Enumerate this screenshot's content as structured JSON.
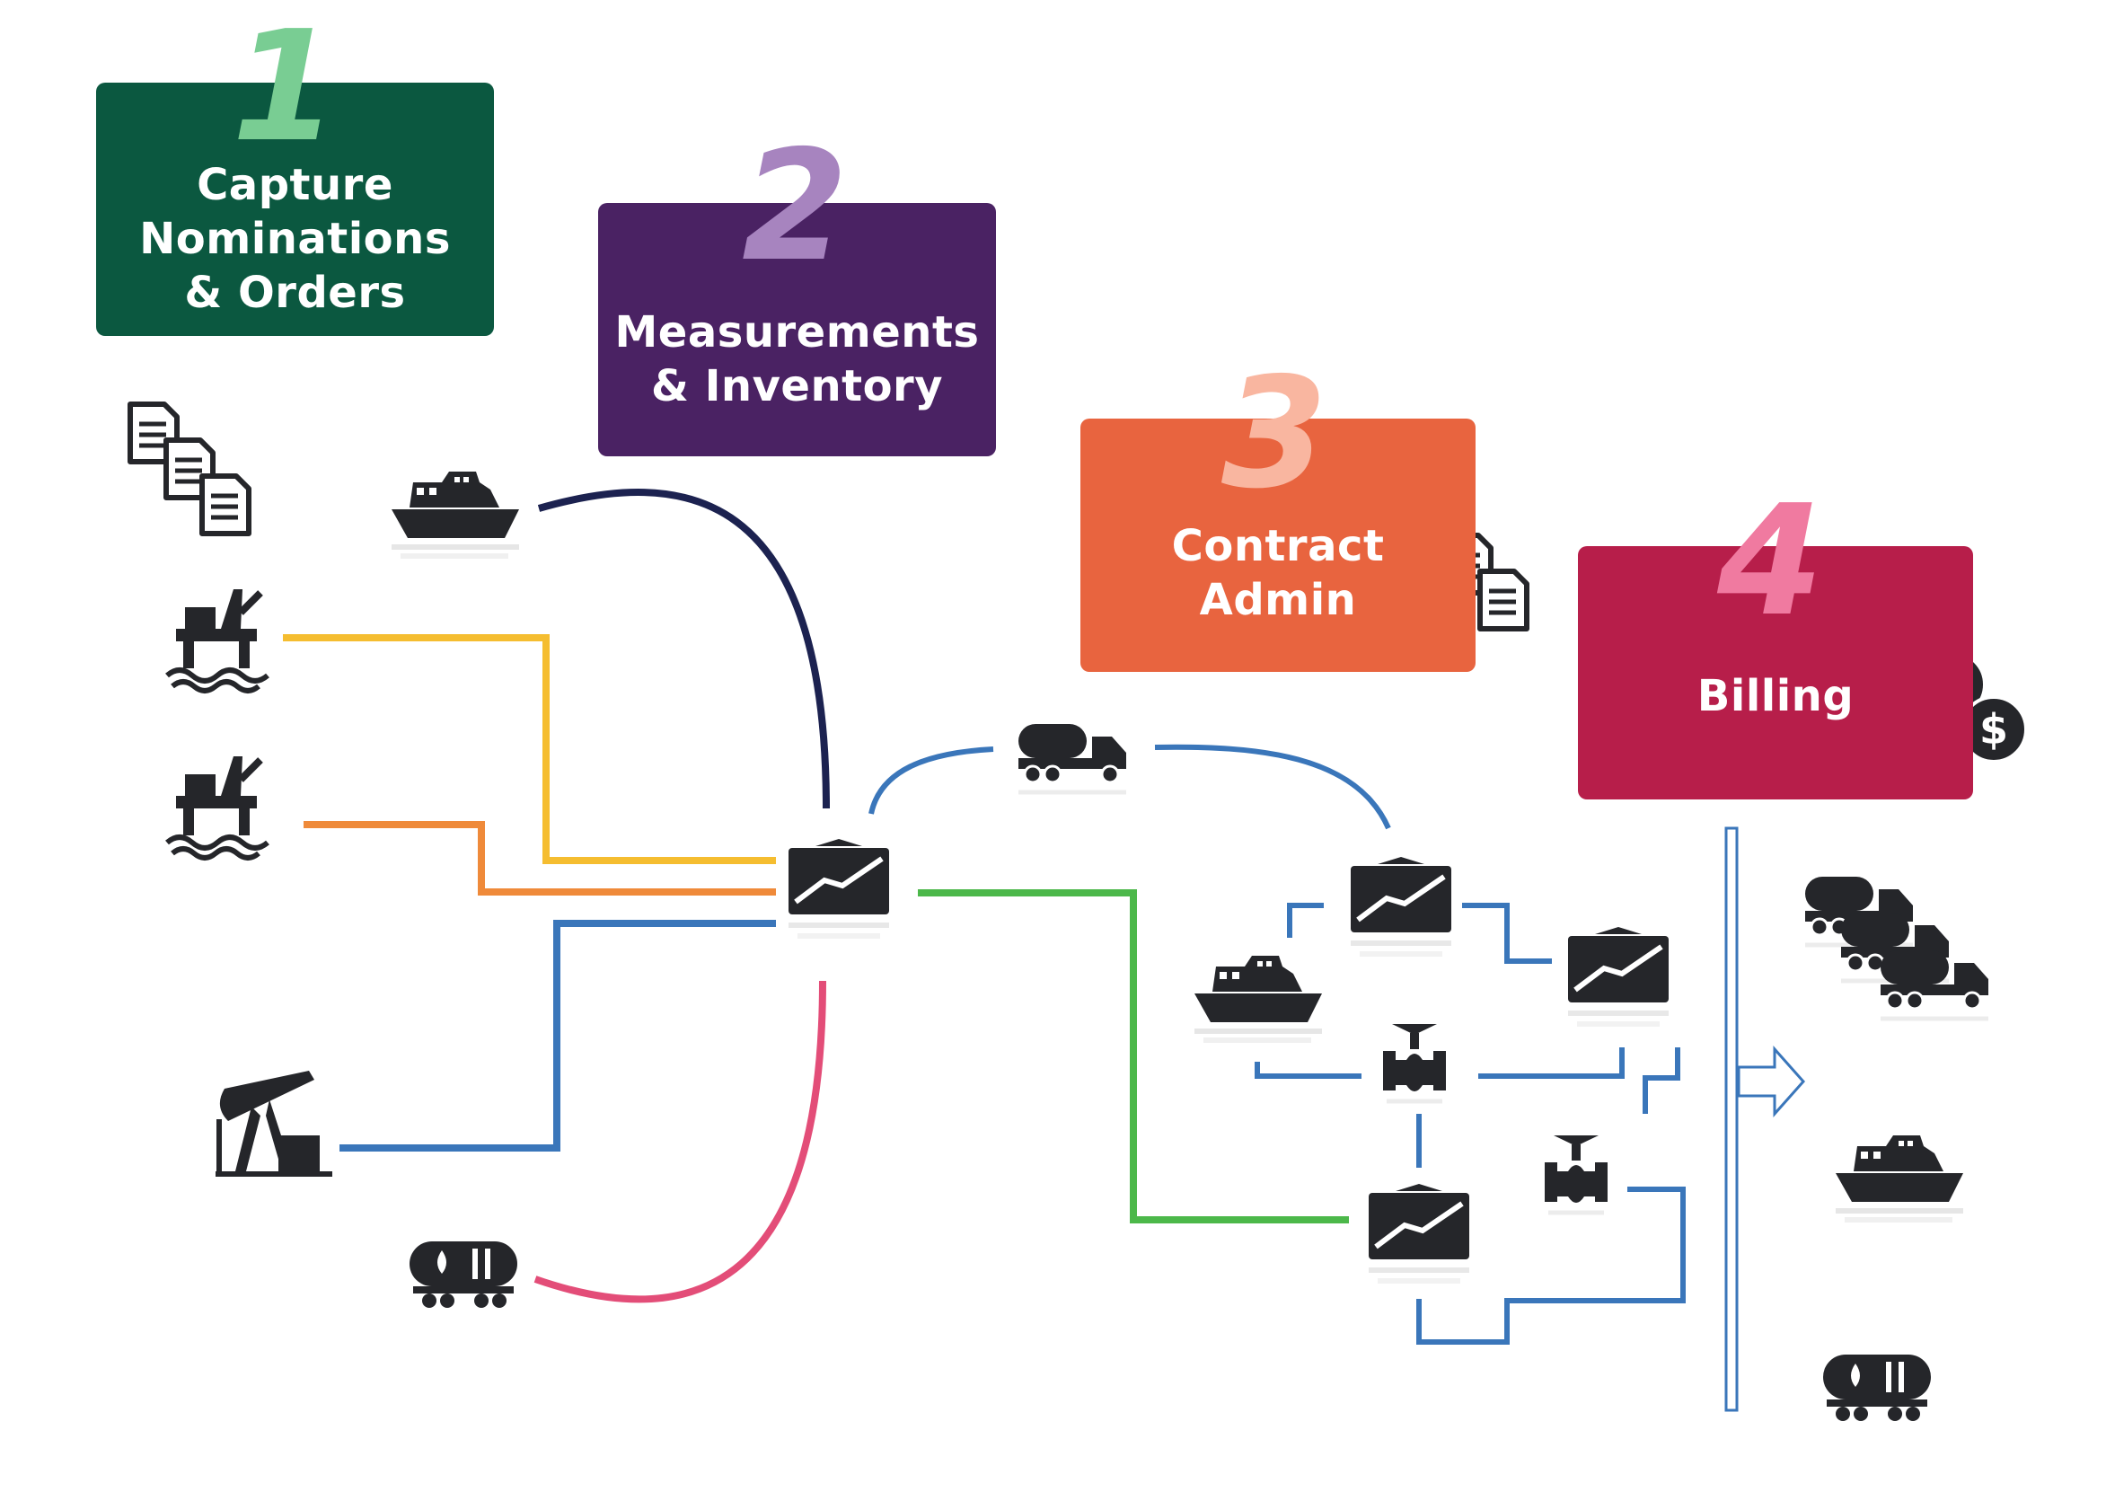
{
  "steps": [
    {
      "number": "1",
      "label_lines": [
        "Capture",
        "Nominations",
        "& Orders"
      ],
      "color": "#0b5840",
      "number_color": "#79cd93"
    },
    {
      "number": "2",
      "label_lines": [
        "Measurements",
        "& Inventory"
      ],
      "color": "#4a2263",
      "number_color": "#a784bf"
    },
    {
      "number": "3",
      "label_lines": [
        "Contract",
        "Admin"
      ],
      "color": "#e8643f",
      "number_color": "#f9b6a0"
    },
    {
      "number": "4",
      "label_lines": [
        "Billing"
      ],
      "color": "#b71e4a",
      "number_color": "#f07aa0"
    }
  ],
  "icons": {
    "documents": "documents-icon",
    "ship": "ship-icon",
    "offshore_rig": "offshore-rig-icon",
    "pump_jack": "pump-jack-icon",
    "rail_tanker": "rail-tank-car-icon",
    "storage_tank": "storage-tank-icon",
    "tanker_truck": "tanker-truck-icon",
    "valve": "valve-icon",
    "dollar_coin": "dollar-coin-icon",
    "arrow": "right-arrow-icon"
  },
  "line_colors": {
    "navy": "#1c2250",
    "yellow": "#f5bd30",
    "orange": "#ef8a3a",
    "blue": "#3a76ba",
    "pink": "#e34d78",
    "green": "#4cb84a",
    "dark_icon": "#25262a"
  }
}
